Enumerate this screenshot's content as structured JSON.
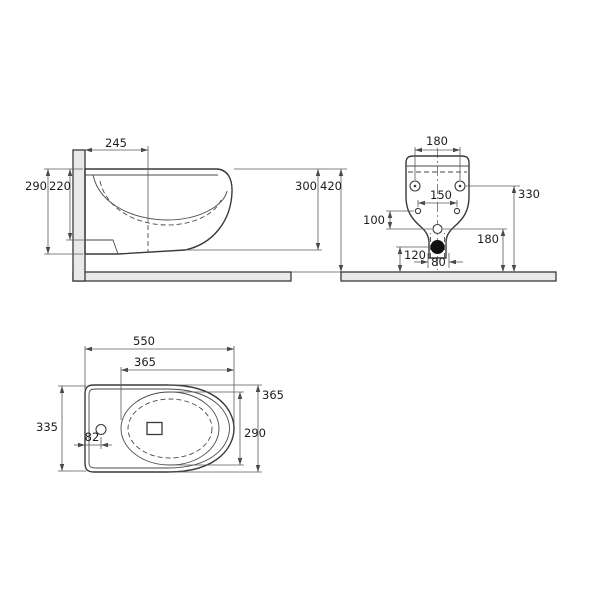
{
  "drawing": {
    "views": {
      "side": {
        "labels": {
          "d245": "245",
          "d290": "290",
          "d220": "220",
          "d300": "300",
          "d420": "420"
        }
      },
      "front": {
        "labels": {
          "d180_top": "180",
          "d150": "150",
          "d330": "330",
          "d100": "100",
          "d180_right": "180",
          "d120": "120",
          "d80": "80"
        }
      },
      "top": {
        "labels": {
          "d550": "550",
          "d365_top": "365",
          "d335": "335",
          "d290": "290",
          "d365_right": "365",
          "d82": "82"
        }
      }
    },
    "colors": {
      "line": "#3a3a3a",
      "dim_line": "#5a5a5a",
      "text": "#1d1d1d",
      "fixture_fill": "#ffffff",
      "structure_fill": "#e9e9e9",
      "drain": "#111111",
      "background": "#ffffff"
    }
  }
}
